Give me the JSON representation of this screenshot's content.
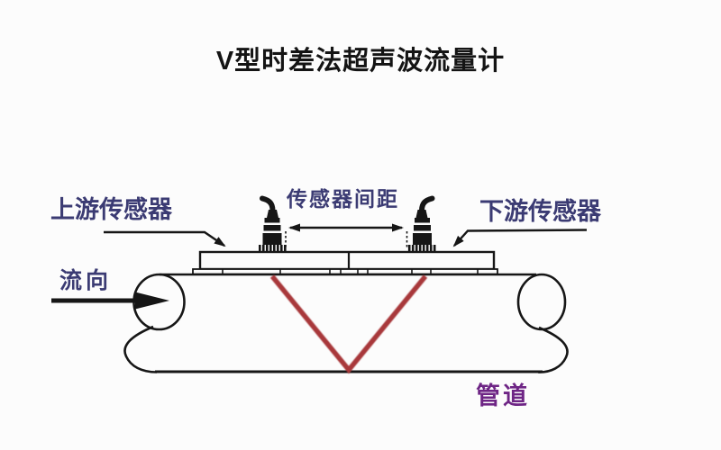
{
  "title": "V型时差法超声波流量计",
  "labels": {
    "upstream_sensor": "上游传感器",
    "sensor_spacing": "传感器间距",
    "downstream_sensor": "下游传感器",
    "flow_direction": "流向",
    "pipe": "管道"
  },
  "colors": {
    "title_text": "#141414",
    "annotation_text": "#3b3b73",
    "pipe_label_text": "#6e2585",
    "beam_path": "#a8393b",
    "line": "#161616",
    "background": "#fcfcfc"
  },
  "icons": {
    "flow_arrow": "thick-right-arrow",
    "sensor_spacing_arrow": "double-headed-horizontal-arrow",
    "upstream_leader": "bent-leader-arrow-down-right",
    "downstream_leader": "bent-leader-arrow-down-left"
  }
}
